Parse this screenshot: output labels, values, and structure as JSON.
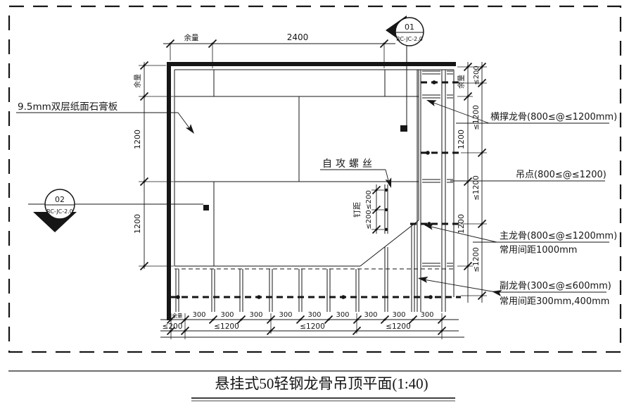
{
  "title": "悬挂式50轻钢龙骨吊顶平面(1:40)",
  "section_markers": {
    "m01": {
      "number": "01",
      "code": "RC-JC-2.0"
    },
    "m02": {
      "number": "02",
      "code": "RC-JC-2.0"
    }
  },
  "labels": {
    "gypsum_board": "9.5mm双层纸面石膏板",
    "self_tapping_screw": "自攻螺丝",
    "nail_spacing": "钉距",
    "cross_brace_keel": "横撑龙骨(800≤@≤1200mm)",
    "hanging_point": "吊点(800≤@≤1200)",
    "main_keel": "主龙骨(800≤@≤1200mm)",
    "main_keel_note": "常用间距1000mm",
    "secondary_keel": "副龙骨(300≤@≤600mm)",
    "secondary_keel_note": "常用间距300mm,400mm"
  },
  "dims": {
    "top_margin": "余量",
    "top_width": "2400",
    "left": [
      "余量",
      "1200",
      "1200"
    ],
    "right_inner": [
      "余量",
      "1200",
      "1200"
    ],
    "right_outer": [
      "≤200",
      "≤1200",
      "≤1200",
      "≤1200"
    ],
    "screw_spacing": [
      "≤200",
      "≤200"
    ],
    "bottom_margin": "余量",
    "bottom_300s": [
      "300",
      "300",
      "300",
      "300",
      "300",
      "300",
      "300",
      "300",
      "300"
    ],
    "bottom_chain": [
      "≤200",
      "≤1200",
      "≤1200",
      "≤1200"
    ]
  },
  "colors": {
    "line": "#161616",
    "background": "#ffffff"
  }
}
